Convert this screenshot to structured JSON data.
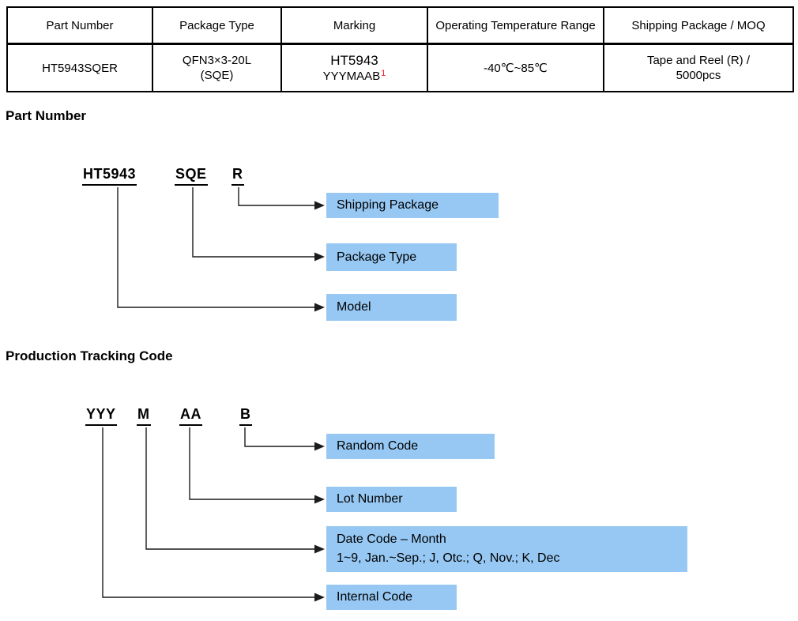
{
  "table": {
    "headers": [
      "Part Number",
      "Package Type",
      "Marking",
      "Operating Temperature Range",
      "Shipping Package / MOQ"
    ],
    "row": {
      "part_number": "HT5943SQER",
      "package_type_line1": "QFN3×3-20L",
      "package_type_line2": "(SQE)",
      "marking_line1": "HT5943",
      "marking_line2": "YYYMAAB",
      "marking_note_ref": "1",
      "operating_temperature_range": "-40℃~85℃",
      "shipping_line1": "Tape and Reel (R) /",
      "shipping_line2": "5000pcs"
    }
  },
  "part_number_section": {
    "heading": "Part Number",
    "codes": {
      "model": "HT5943",
      "package": "SQE",
      "shipping": "R"
    },
    "boxes": {
      "shipping_package": "Shipping Package",
      "package_type": "Package Type",
      "model": "Model"
    }
  },
  "tracking_section": {
    "heading": "Production Tracking Code",
    "codes": {
      "internal": "YYY",
      "month": "M",
      "lot": "AA",
      "random": "B"
    },
    "boxes": {
      "random_code": "Random Code",
      "lot_number": "Lot Number",
      "date_code_line1": "Date Code – Month",
      "date_code_line2": "1~9, Jan.~Sep.; J, Otc.; Q, Nov.; K, Dec",
      "internal_code": "Internal Code"
    }
  },
  "colors": {
    "highlight_blue": "#96c8f3",
    "note_red": "#ff1a1a",
    "line_black": "#1c1c1c"
  }
}
